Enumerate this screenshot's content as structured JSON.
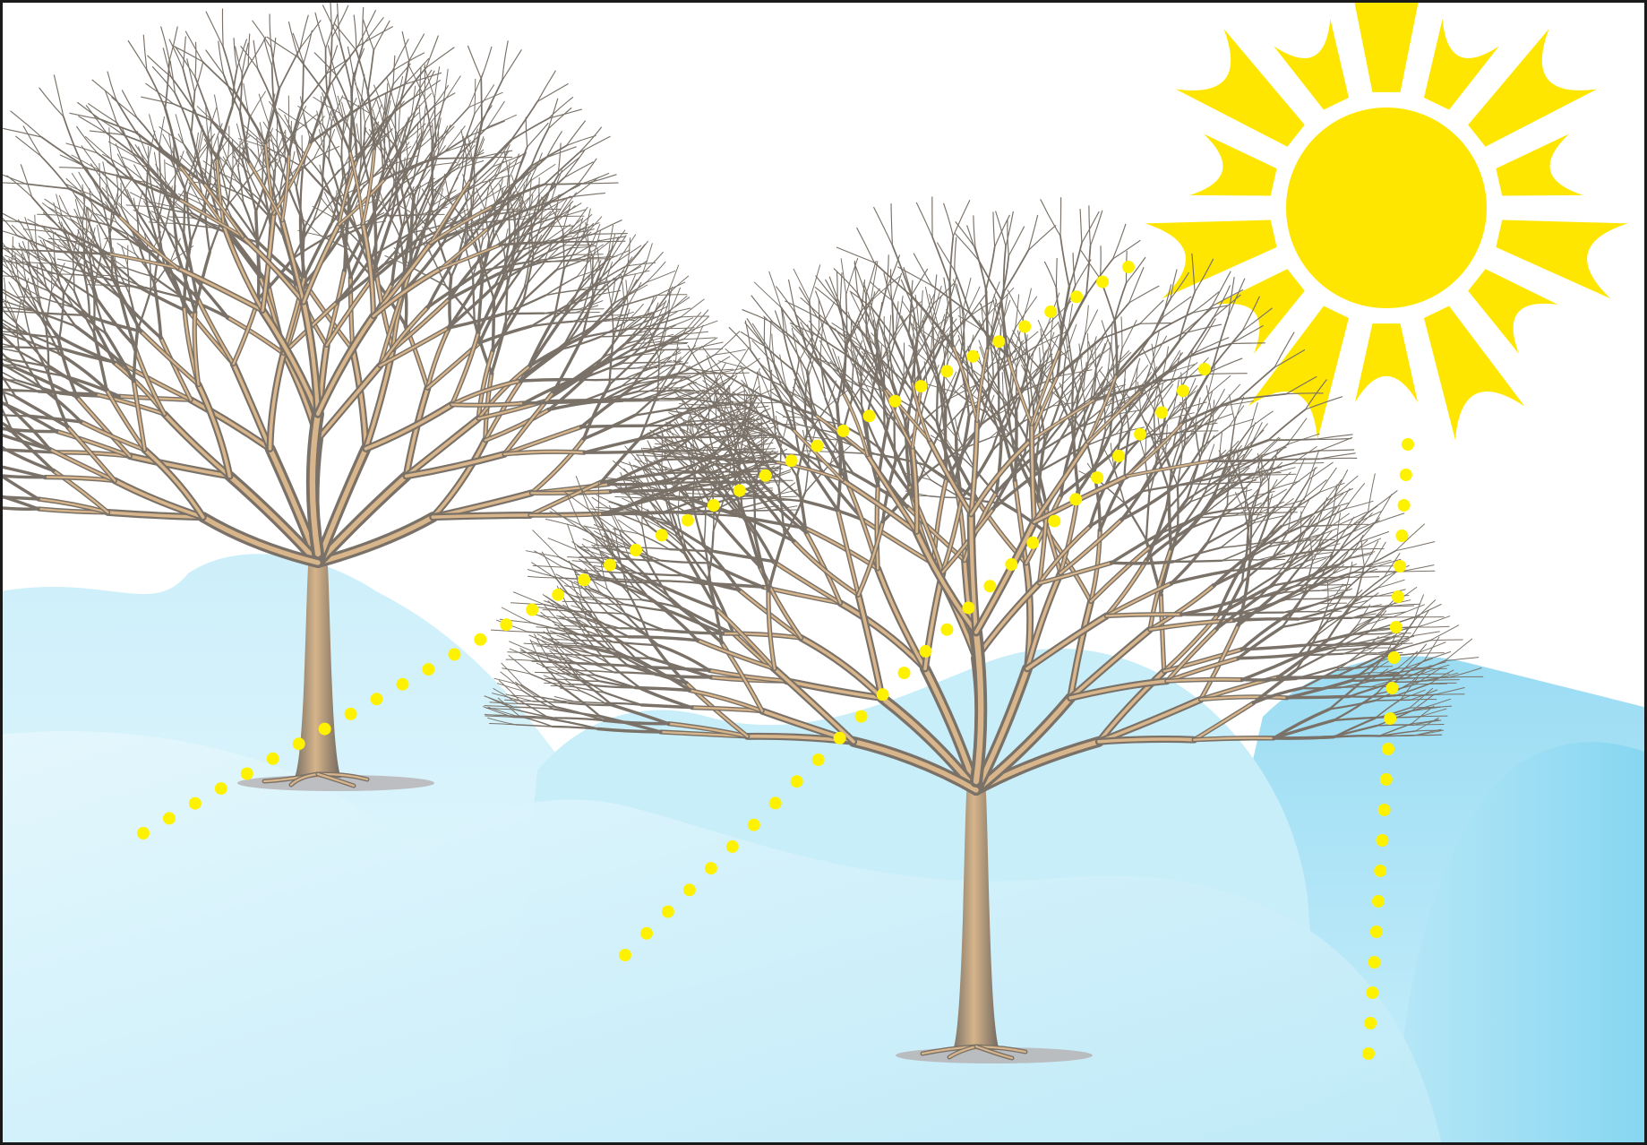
{
  "scene": {
    "description_items": [
      "sun",
      "tree-left",
      "tree-right",
      "sun-rays-dotted",
      "snow-hills"
    ],
    "colors": {
      "sky": "#ffffff",
      "sun": "#FFE600",
      "ray_dots": "#FFF200",
      "branch_dark": "#7a7268",
      "branch_light": "#d8b58a",
      "shadow": "#b7b4b6",
      "snow_light": "#e8f8fd",
      "snow_mid": "#bfeaf7",
      "snow_deep": "#8fd9f2"
    },
    "icons": {
      "sun": "sun-icon",
      "tree": "bare-tree-icon"
    }
  }
}
